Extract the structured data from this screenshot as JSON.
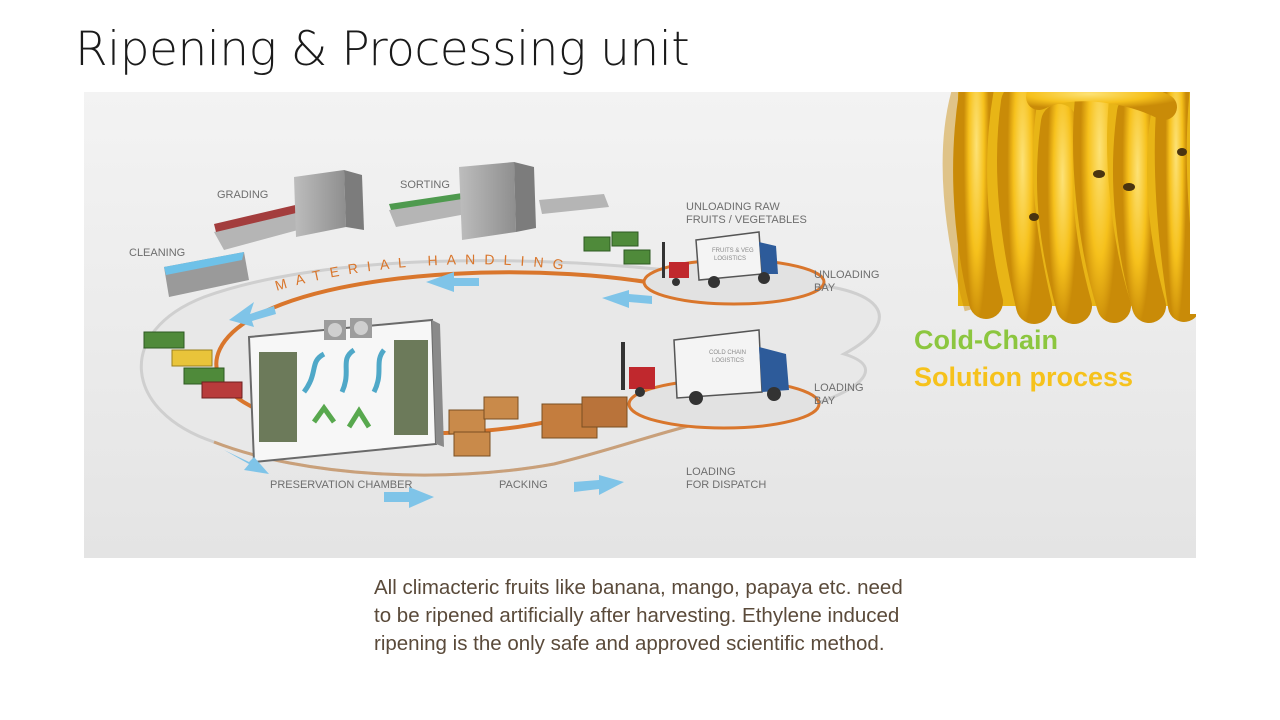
{
  "slide": {
    "title": "Ripening & Processing unit",
    "caption_lines": [
      "All climacteric fruits like banana, mango, papaya etc. need",
      "to be ripened artificially after harvesting. Ethylene induced",
      "ripening is the only safe and approved scientific method."
    ]
  },
  "diagram": {
    "labels": {
      "grading": "GRADING",
      "sorting": "SORTING",
      "cleaning": "CLEANING",
      "unloading_raw_1": "UNLOADING RAW",
      "unloading_raw_2": "FRUITS / VEGETABLES",
      "unloading_bay_1": "UNLOADING",
      "unloading_bay_2": "BAY",
      "loading_bay_1": "LOADING",
      "loading_bay_2": "BAY",
      "preservation_chamber": "PRESERVATION CHAMBER",
      "packing": "PACKING",
      "loading_dispatch_1": "LOADING",
      "loading_dispatch_2": "FOR DISPATCH",
      "material_handling": "MATERIAL HANDLING",
      "truck_1_text_1": "FRUITS & VEG",
      "truck_1_text_2": "LOGISTICS",
      "truck_2_text_1": "COLD CHAIN",
      "truck_2_text_2": "LOGISTICS"
    },
    "cold_chain": {
      "line1": "Cold-Chain",
      "line2": "Solution process"
    }
  },
  "colors": {
    "accent_green": "#8cc63f",
    "accent_yellow": "#f6c21c",
    "arrow_blue": "#7fc4e8",
    "track_orange": "#d9762c",
    "caption_text": "#5a4a3a"
  }
}
